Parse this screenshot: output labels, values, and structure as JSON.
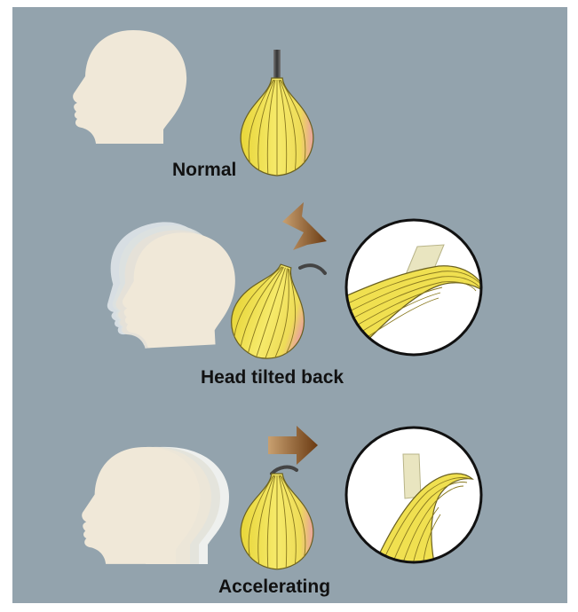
{
  "labels": {
    "normal": "Normal",
    "tilted": "Head tilted back",
    "accelerating": "Accelerating"
  },
  "colors": {
    "background": "#93a3ad",
    "head": "#f0e8d8",
    "onion": "#f0e050",
    "arrow": "#8a5a2a",
    "circle_border": "#111111"
  },
  "icons": [
    "head-icon",
    "onion-icon",
    "arrow-icon",
    "magnifier-circle"
  ]
}
